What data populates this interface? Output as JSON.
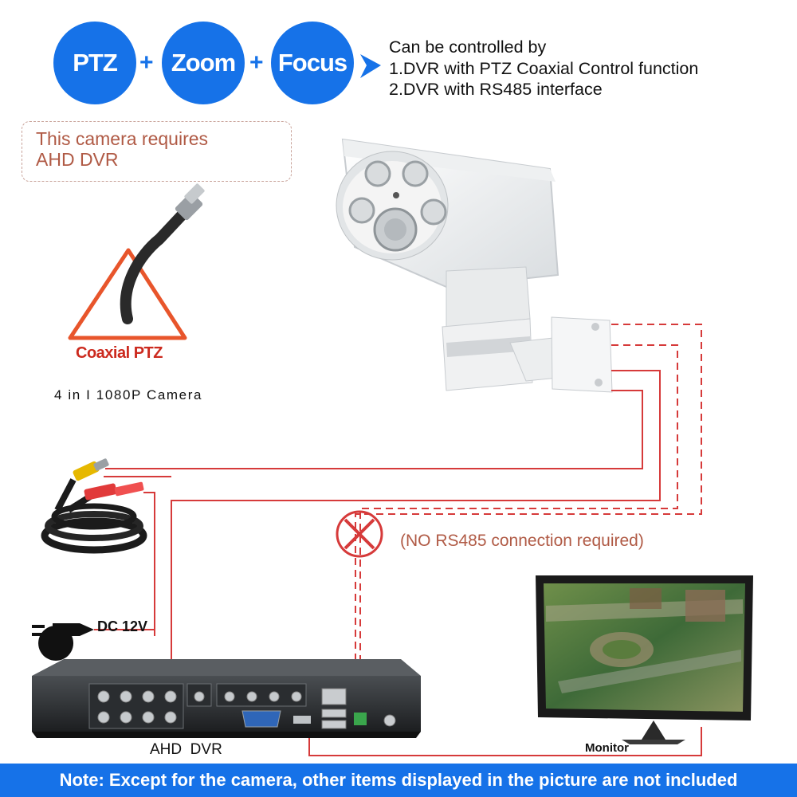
{
  "features": {
    "ptz": "PTZ",
    "zoom": "Zoom",
    "focus": "Focus",
    "plus": "+"
  },
  "control": {
    "heading": "Can be controlled by",
    "line1": "1.DVR with PTZ Coaxial Control function",
    "line2": "2.DVR with RS485 interface"
  },
  "requirement": {
    "line1": "This camera requires",
    "line2": "AHD DVR"
  },
  "coaxial_label": "Coaxial PTZ",
  "camera_label": "4 in I 1080P Camera",
  "rs485_note": "(NO RS485 connection required)",
  "power_label": "DC 12V",
  "dvr_label": "AHD  DVR",
  "monitor_label": "Monitor",
  "footer_note": "Note: Except for the camera, other items displayed in the picture are not included",
  "colors": {
    "brand_blue": "#1672e8",
    "wire_red": "#d63a3a",
    "note_text": "#b05a45",
    "warning_orange": "#e8552b"
  }
}
